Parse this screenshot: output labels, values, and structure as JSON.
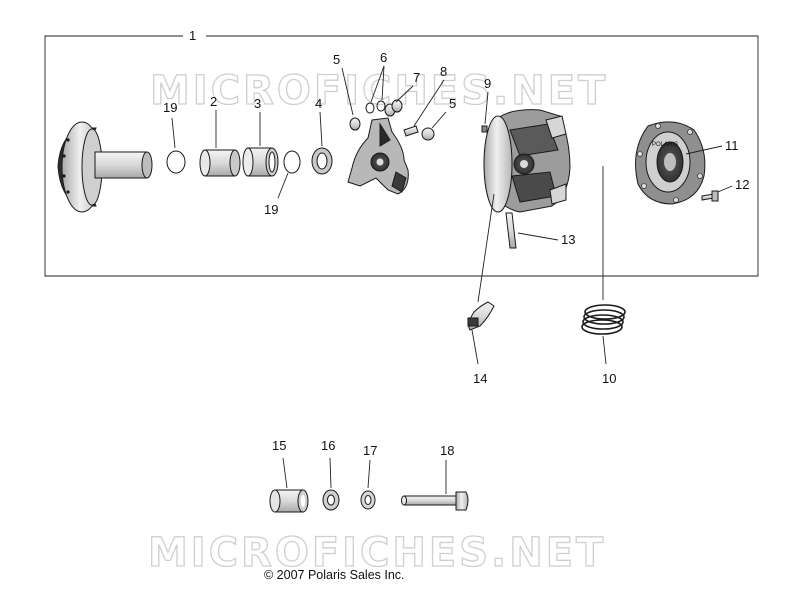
{
  "watermark": "MICROFICHES.NET",
  "copyright": "© 2007 Polaris Sales Inc.",
  "callouts": {
    "c1": "1",
    "c2": "2",
    "c3": "3",
    "c4": "4",
    "c5a": "5",
    "c5b": "5",
    "c6": "6",
    "c7": "7",
    "c8": "8",
    "c9": "9",
    "c10": "10",
    "c11": "11",
    "c12": "12",
    "c13": "13",
    "c14": "14",
    "c15": "15",
    "c16": "16",
    "c17": "17",
    "c18": "18",
    "c19a": "19",
    "c19b": "19"
  },
  "cover_badge": "POLARIS",
  "colors": {
    "ink": "#1a1a1a",
    "metal_light": "#e6e6e6",
    "metal_dark": "#9a9a9a",
    "watermark": "#cfcfcf"
  }
}
